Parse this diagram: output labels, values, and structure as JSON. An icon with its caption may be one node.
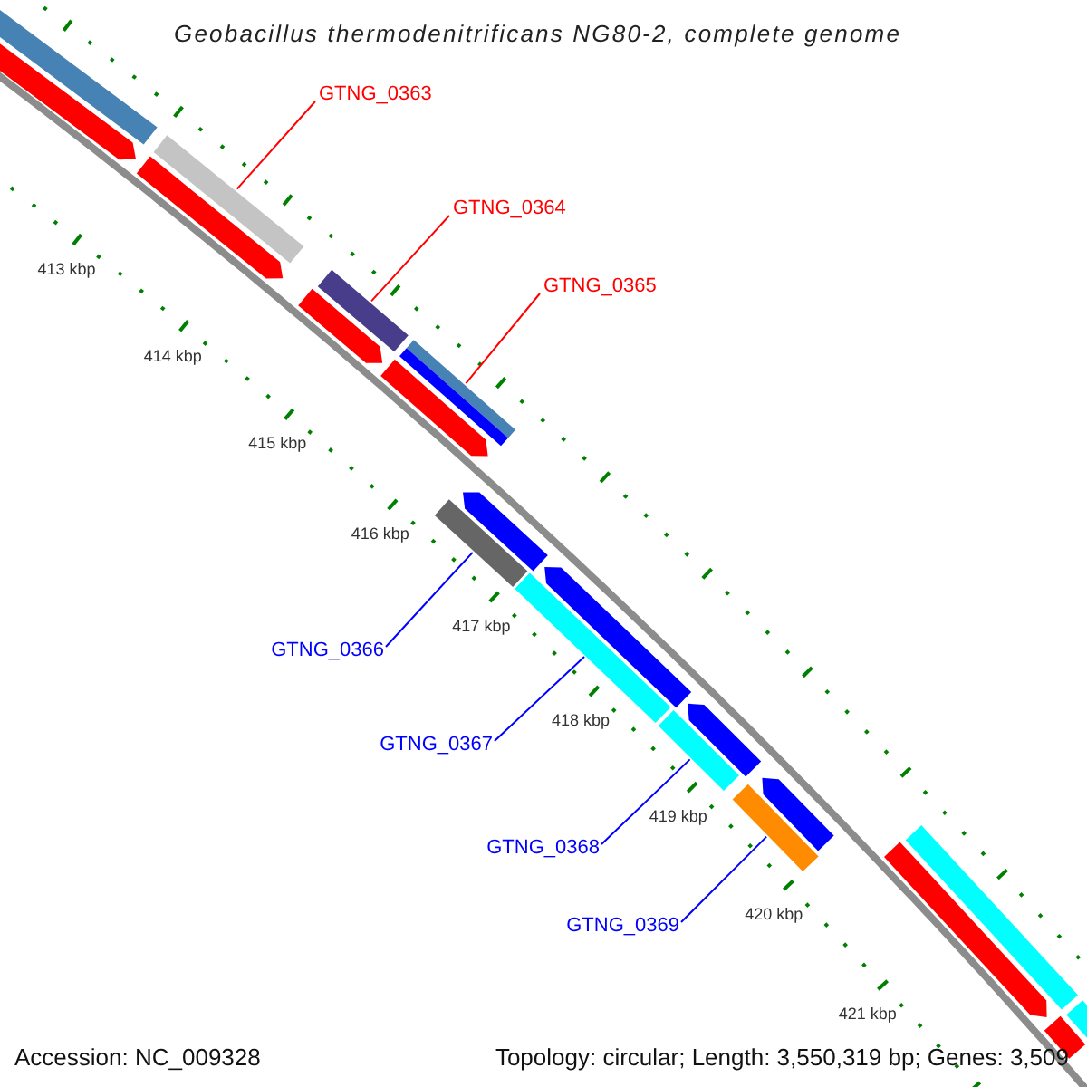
{
  "diagram": {
    "title": "Geobacillus thermodenitrificans NG80-2, complete genome",
    "nodes": [
      {
        "text": [
          "GTNG_0363"
        ]
      },
      {
        "text": [
          "GTNG_0364"
        ]
      },
      {
        "text": [
          "GTNG_0365"
        ]
      },
      {
        "text": [
          "GTNG_0366"
        ]
      },
      {
        "text": [
          "GTNG_0367"
        ]
      },
      {
        "text": [
          "GTNG_0368"
        ]
      },
      {
        "text": [
          "GTNG_0369"
        ]
      },
      {
        "text": [],
        "shape": "bar"
      },
      {
        "text": [],
        "shape": "bar"
      },
      {
        "text": [],
        "shape": "bar"
      },
      {
        "text": [],
        "shape": "bar"
      },
      {
        "text": [],
        "shape": "bar"
      },
      {
        "text": [],
        "shape": "bar"
      },
      {
        "text": [],
        "shape": "bar"
      },
      {
        "text": [],
        "shape": "bar"
      },
      {
        "text": [],
        "shape": "bar"
      },
      {
        "text": [],
        "shape": "bar"
      },
      {
        "text": [],
        "shape": "bar"
      },
      {
        "text": [],
        "shape": "bar"
      },
      {
        "text": [],
        "shape": "bar"
      },
      {
        "text": [],
        "shape": "bar"
      },
      {
        "text": [],
        "shape": "bar"
      },
      {
        "text": [],
        "shape": "bar"
      },
      {
        "text": [],
        "shape": "bar"
      },
      {
        "text": [],
        "shape": "bar"
      },
      {
        "text": [],
        "shape": "bar"
      },
      {
        "text": [],
        "shape": "bar"
      }
    ],
    "edges": [
      {
        "from": 0,
        "to": 9,
        "arrow": "none",
        "color": "#ff0000"
      },
      {
        "from": 1,
        "to": 11,
        "arrow": "none",
        "color": "#ff0000"
      },
      {
        "from": 2,
        "to": 13,
        "arrow": "none",
        "color": "#ff0000"
      },
      {
        "from": 3,
        "to": 16,
        "arrow": "none"
      },
      {
        "from": 4,
        "to": 18,
        "arrow": "none"
      },
      {
        "from": 5,
        "to": 20,
        "arrow": "none"
      },
      {
        "from": 6,
        "to": 21,
        "arrow": "none"
      }
    ],
    "labels": [
      "413 kbp",
      "414 kbp",
      "415 kbp",
      "416 kbp",
      "417 kbp",
      "418 kbp",
      "419 kbp",
      "420 kbp",
      "421 kbp",
      "Accession: NC_009328",
      "Topology: circular; Length: 3,550,319 bp; Genes: 3,509"
    ]
  }
}
